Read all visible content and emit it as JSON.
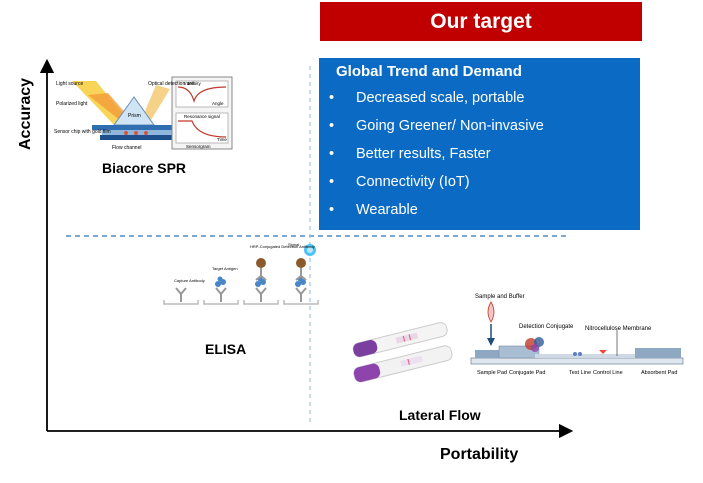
{
  "target_banner": {
    "label": "Our target"
  },
  "trend_box": {
    "title": "Global Trend and Demand",
    "items": [
      "Decreased scale, portable",
      "Going Greener/ Non-invasive",
      "Better results, Faster",
      "Connectivity (IoT)",
      "Wearable"
    ]
  },
  "axes": {
    "y_label": "Accuracy",
    "x_label": "Portability"
  },
  "biacore": {
    "label": "Biacore SPR",
    "inset": {
      "light_source": "Light source",
      "polarized_light": "Polarized light",
      "prism": "Prism",
      "optical_detection_unit": "Optical detection unit",
      "sensor_chip": "Sensor chip with gold film",
      "flow_channel": "Flow channel",
      "intensity": "Intensity",
      "resonance_signal": "Resonance signal",
      "sensorgram": "Sensorgram",
      "angle": "Angle",
      "time": "Time"
    }
  },
  "elisa": {
    "label": "ELISA",
    "steps": [
      "Capture Antibody",
      "Target Antigen",
      "HRP-Conjugated Detection Antibody",
      "Signal"
    ]
  },
  "lateral_flow": {
    "label": "Lateral Flow",
    "strip_labels": {
      "sample": "Sample and Buffer",
      "detection": "Detection Conjugate",
      "membrane": "Nitrocellulose Membrane",
      "sample_pad": "Sample Pad",
      "conjugate_pad": "Conjugate Pad",
      "test_line": "Test Line",
      "control_line": "Control Line",
      "absorbent_pad": "Absorbent Pad"
    }
  },
  "colors": {
    "banner": "#c00000",
    "trend_box": "#0b6bc4",
    "axis": "#000000",
    "divider": "#2e75b6"
  }
}
